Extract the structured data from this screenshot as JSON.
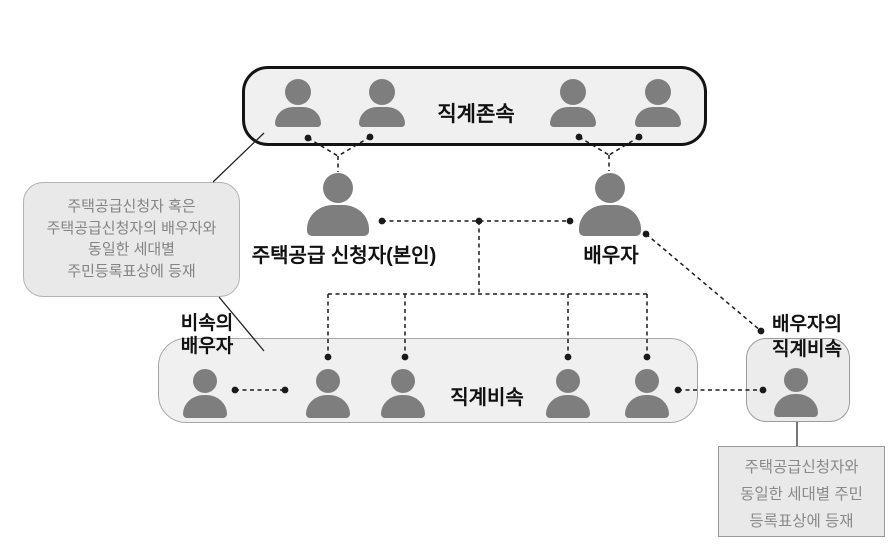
{
  "colors": {
    "person_icon": "#7e7e7e",
    "box_fill": "#f0f0f0",
    "box_fill_soft": "#e9e9e9",
    "top_box_border": "#141414",
    "soft_border": "#a6a6a6",
    "line": "#1a1a1a",
    "muted_text": "#848484",
    "label_text": "#111111"
  },
  "diagram": {
    "ascendants_box": {
      "label": "직계존속"
    },
    "applicant": {
      "label": "주택공급 신청자(본인)"
    },
    "spouse": {
      "label": "배우자"
    },
    "left_note": {
      "text": "주택공급신청자 혹은\n주택공급신청자의 배우자와\n동일한 세대별\n주민등록표상에 등재"
    },
    "descendant_spouse_label": {
      "text": "비속의\n배우자"
    },
    "descendants_box": {
      "label": "직계비속"
    },
    "spouse_descendants_label": {
      "text": "배우자의\n직계비속"
    },
    "right_note": {
      "text": "주택공급신청자와\n동일한 세대별 주민\n등록표상에 등재"
    }
  }
}
